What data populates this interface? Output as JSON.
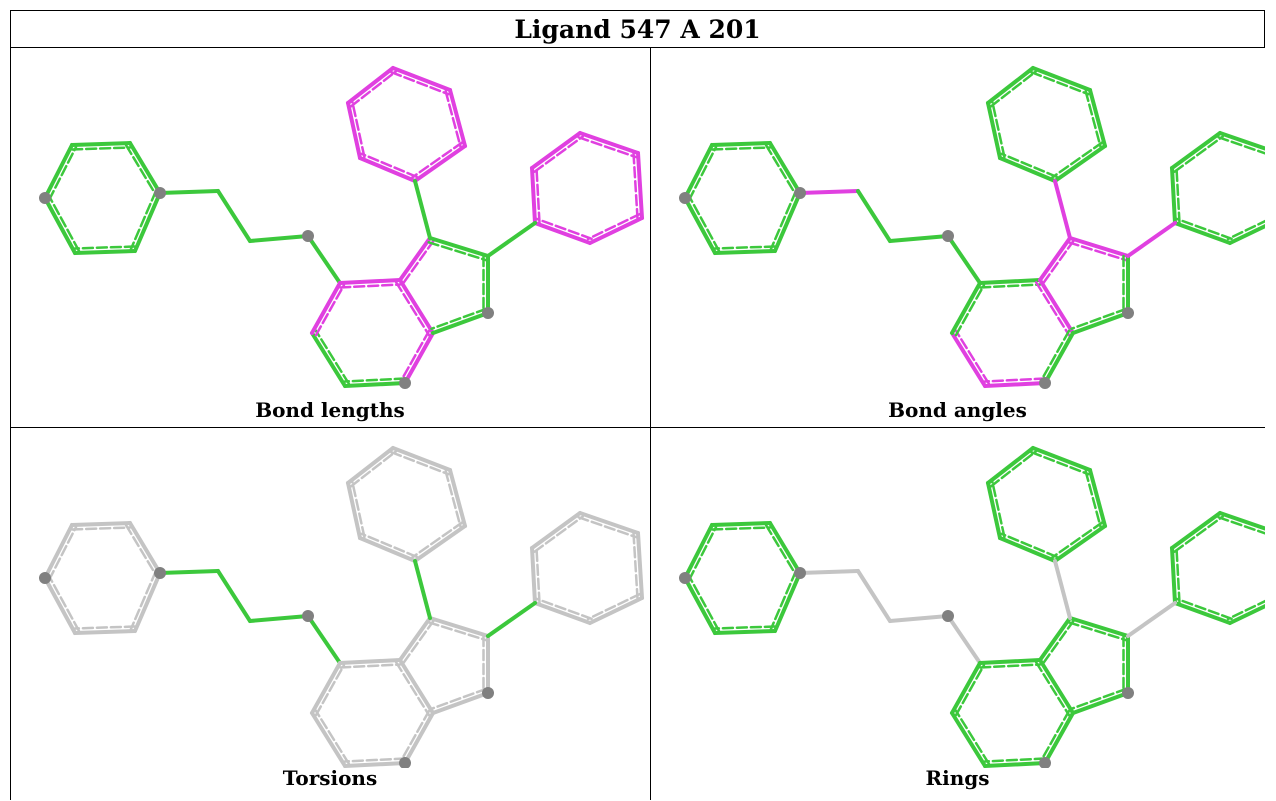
{
  "title": "Ligand 547 A 201",
  "panels": [
    {
      "caption": "Bond lengths"
    },
    {
      "caption": "Bond angles"
    },
    {
      "caption": "Torsions"
    },
    {
      "caption": "Rings"
    }
  ],
  "colors": {
    "green": "#3cc83c",
    "magenta": "#e040e0",
    "gray": "#c4c4c4",
    "atom": "#808080"
  }
}
